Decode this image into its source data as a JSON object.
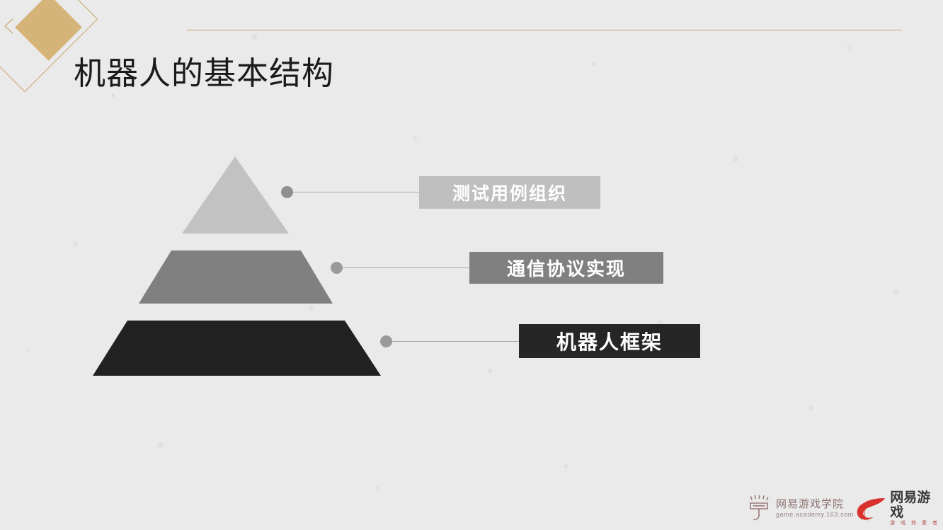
{
  "slide": {
    "title": "机器人的基本结构",
    "background_color": "#eaeaea",
    "accent_color": "#c8a56d",
    "diamond_fill_color": "#d5b479"
  },
  "pyramid": {
    "levels": [
      {
        "id": "top",
        "shape": "triangle",
        "fill": "#c2c2c2",
        "label": "测试用例组织",
        "label_bg": "#bfbfbf",
        "label_color": "#ffffff",
        "dot_color": "#8f8f8f"
      },
      {
        "id": "middle",
        "shape": "trapezoid",
        "fill": "#808080",
        "label": "通信协议实现",
        "label_bg": "#808080",
        "label_color": "#ffffff",
        "dot_color": "#9a9a9a"
      },
      {
        "id": "base",
        "shape": "trapezoid",
        "fill": "#212121",
        "label": "机器人框架",
        "label_bg": "#262626",
        "label_color": "#ffffff",
        "dot_color": "#9a9a9a"
      }
    ]
  },
  "footer": {
    "academy_logo": {
      "name": "网易游戏学院",
      "url_text": "game.academy.163.com",
      "mark_color": "#9c7a7a"
    },
    "games_logo": {
      "name": "网易游戏",
      "tagline": "游 戏 热 爱 者",
      "mark_color": "#d9322c"
    }
  }
}
